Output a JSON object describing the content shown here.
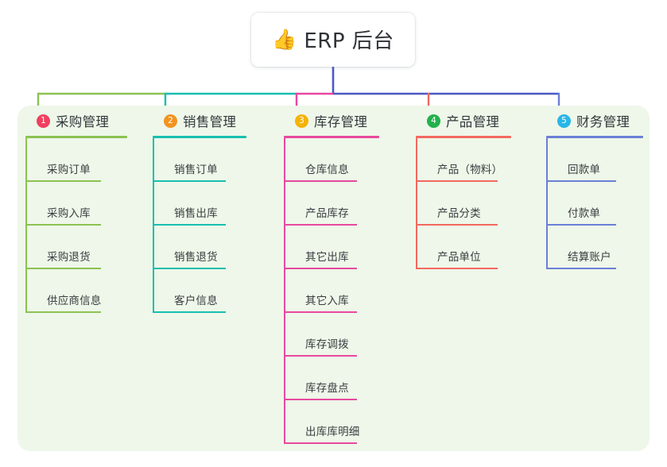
{
  "title": {
    "emoji": "👍",
    "emoji_name": "thumbs-up-icon",
    "text": "ERP 后台"
  },
  "colors": {
    "page_background": "#ffffff",
    "panel_background": "#eef7e9",
    "root_stem": "#4c59c4",
    "text_primary": "#33373b",
    "text_leaf": "#3a3d41"
  },
  "columns": [
    {
      "index": "1",
      "badge_color": "#ef4060",
      "line_color": "#8cc152",
      "title": "采购管理",
      "items": [
        {
          "label": "采购订单"
        },
        {
          "label": "采购入库"
        },
        {
          "label": "采购退货"
        },
        {
          "label": "供应商信息"
        }
      ]
    },
    {
      "index": "2",
      "badge_color": "#f5931f",
      "line_color": "#17bfb0",
      "title": "销售管理",
      "items": [
        {
          "label": "销售订单"
        },
        {
          "label": "销售出库"
        },
        {
          "label": "销售退货"
        },
        {
          "label": "客户信息"
        }
      ]
    },
    {
      "index": "3",
      "badge_color": "#f5b301",
      "line_color": "#e8489f",
      "title": "库存管理",
      "items": [
        {
          "label": "仓库信息"
        },
        {
          "label": "产品库存"
        },
        {
          "label": "其它出库"
        },
        {
          "label": "其它入库"
        },
        {
          "label": "库存调拨"
        },
        {
          "label": "库存盘点"
        },
        {
          "label": "出库库明细"
        }
      ]
    },
    {
      "index": "4",
      "badge_color": "#22b14c",
      "line_color": "#f4685f",
      "title": "产品管理",
      "items": [
        {
          "label": "产品（物料）"
        },
        {
          "label": "产品分类"
        },
        {
          "label": "产品单位"
        }
      ]
    },
    {
      "index": "5",
      "badge_color": "#29b6e8",
      "line_color": "#6b7fd7",
      "title": "财务管理",
      "items": [
        {
          "label": "回款单"
        },
        {
          "label": "付款单"
        },
        {
          "label": "结算账户"
        }
      ]
    }
  ]
}
